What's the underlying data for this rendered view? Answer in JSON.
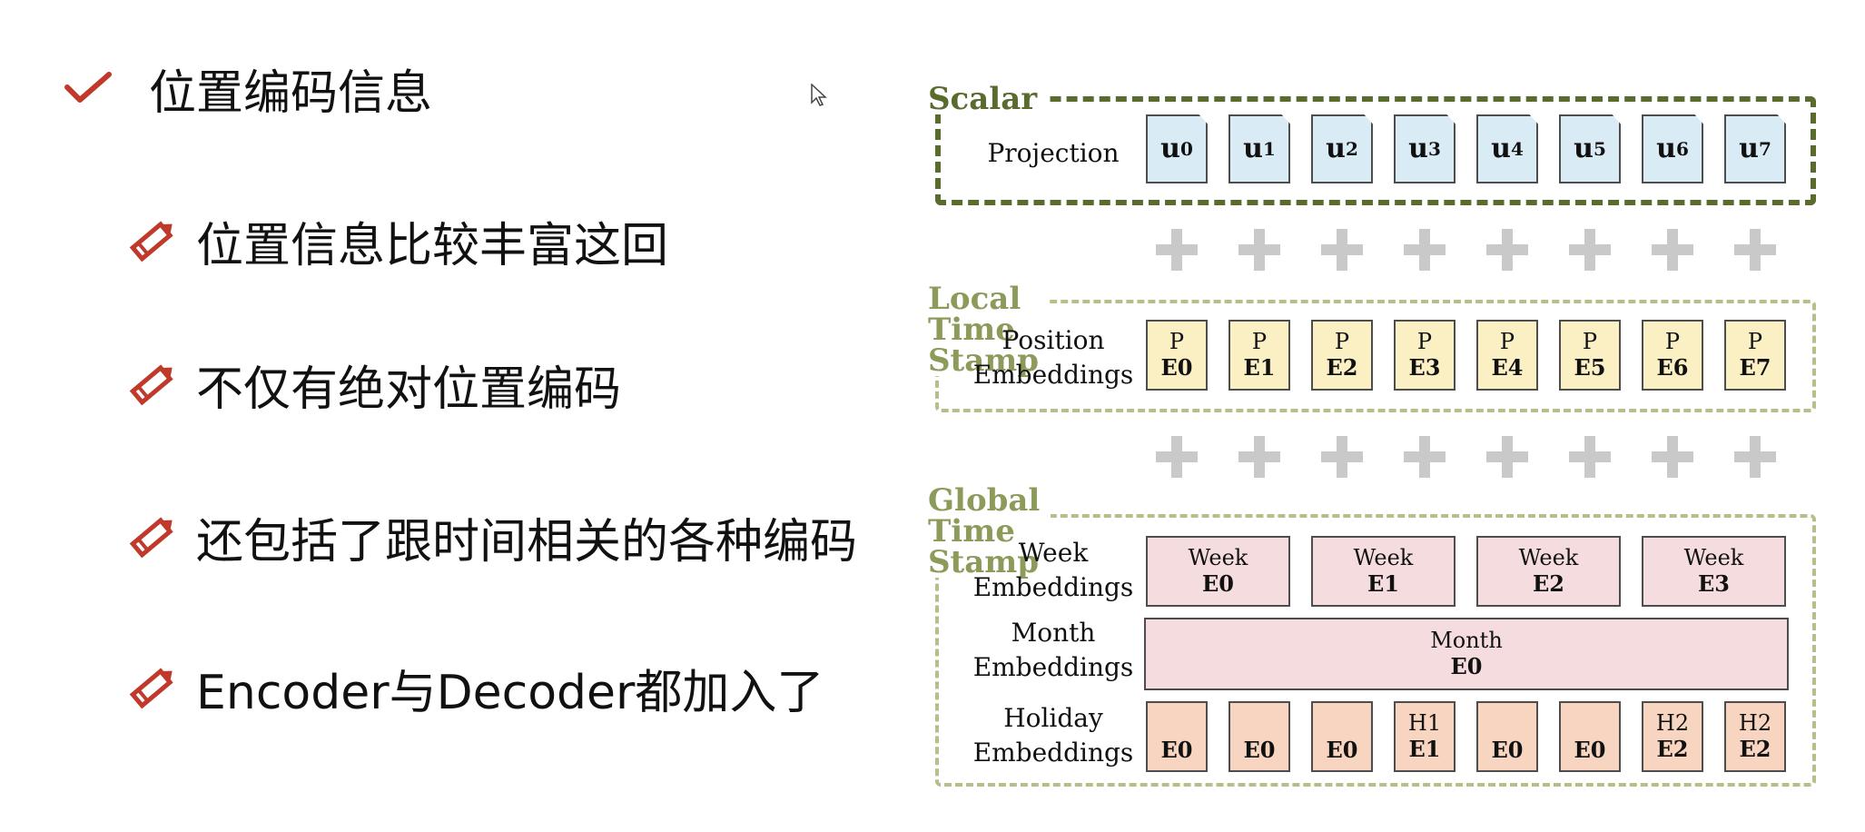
{
  "slide": {
    "title": "位置编码信息",
    "bullets": [
      "位置信息比较丰富这回",
      "不仅有绝对位置编码",
      "还包括了跟时间相关的各种编码",
      "Encoder与Decoder都加入了"
    ],
    "icons": {
      "title": "checkmark-icon",
      "bullet": "pencil-icon",
      "cursor": "mouse-cursor-icon"
    }
  },
  "diagram": {
    "scalar": {
      "title": "Scalar",
      "label": "Projection",
      "color": "#5a6b2e",
      "cells": [
        {
          "base": "u",
          "sub": "0"
        },
        {
          "base": "u",
          "sub": "1"
        },
        {
          "base": "u",
          "sub": "2"
        },
        {
          "base": "u",
          "sub": "3"
        },
        {
          "base": "u",
          "sub": "4"
        },
        {
          "base": "u",
          "sub": "5"
        },
        {
          "base": "u",
          "sub": "6"
        },
        {
          "base": "u",
          "sub": "7"
        }
      ]
    },
    "local": {
      "title": "Local Time Stamp",
      "label_line1": "Position",
      "label_line2": "Embeddings",
      "color": "#a9b67a",
      "cells": [
        {
          "top": "P",
          "bot": "E0"
        },
        {
          "top": "P",
          "bot": "E1"
        },
        {
          "top": "P",
          "bot": "E2"
        },
        {
          "top": "P",
          "bot": "E3"
        },
        {
          "top": "P",
          "bot": "E4"
        },
        {
          "top": "P",
          "bot": "E5"
        },
        {
          "top": "P",
          "bot": "E6"
        },
        {
          "top": "P",
          "bot": "E7"
        }
      ]
    },
    "global": {
      "title": "Global Time Stamp",
      "color": "#a9b67a",
      "week": {
        "label_line1": "Week",
        "label_line2": "Embeddings",
        "cells": [
          {
            "top": "Week",
            "bot": "E0"
          },
          {
            "top": "Week",
            "bot": "E1"
          },
          {
            "top": "Week",
            "bot": "E2"
          },
          {
            "top": "Week",
            "bot": "E3"
          }
        ]
      },
      "month": {
        "label_line1": "Month",
        "label_line2": "Embeddings",
        "cell": {
          "top": "Month",
          "bot": "E0"
        }
      },
      "holiday": {
        "label_line1": "Holiday",
        "label_line2": "Embeddings",
        "cells": [
          {
            "top": "",
            "bot": "E0"
          },
          {
            "top": "",
            "bot": "E0"
          },
          {
            "top": "",
            "bot": "E0"
          },
          {
            "top": "H1",
            "bot": "E1"
          },
          {
            "top": "",
            "bot": "E0"
          },
          {
            "top": "",
            "bot": "E0"
          },
          {
            "top": "H2",
            "bot": "E2"
          },
          {
            "top": "H2",
            "bot": "E2"
          }
        ]
      }
    },
    "plus_icon": "plus-icon",
    "plus_color": "#c9c9c9"
  }
}
